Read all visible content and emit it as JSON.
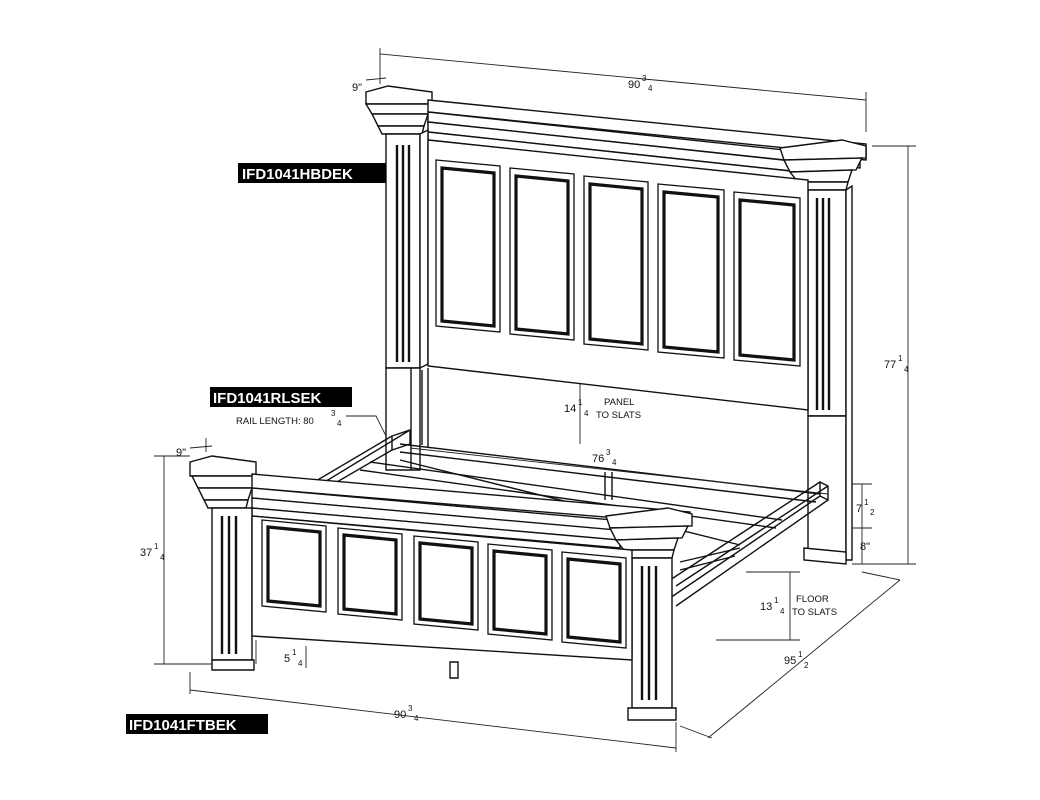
{
  "part_codes": {
    "headboard": "IFD1041HBDEK",
    "rails": "IFD1041RLSEK",
    "footboard": "IFD1041FTBEK"
  },
  "dimensions": {
    "headboard_width": {
      "whole": "90",
      "num": "3",
      "den": "4"
    },
    "headboard_depth": {
      "whole": "9\"",
      "num": "",
      "den": ""
    },
    "headboard_height": {
      "whole": "77",
      "num": "1",
      "den": "4"
    },
    "panel_to_slats": {
      "whole": "14",
      "num": "1",
      "den": "4"
    },
    "inner_width": {
      "whole": "76",
      "num": "3",
      "den": "4"
    },
    "rail_length": {
      "label": "RAIL LENGTH: 80",
      "num": "3",
      "den": "4"
    },
    "rail_height": {
      "whole": "7",
      "num": "1",
      "den": "2"
    },
    "leg_height": {
      "whole": "8\"",
      "num": "",
      "den": ""
    },
    "floor_to_slats": {
      "whole": "13",
      "num": "1",
      "den": "4"
    },
    "overall_length": {
      "whole": "95",
      "num": "1",
      "den": "2"
    },
    "footboard_height": {
      "whole": "37",
      "num": "1",
      "den": "4"
    },
    "footboard_depth": {
      "whole": "9\"",
      "num": "",
      "den": ""
    },
    "foot_leg": {
      "whole": "5",
      "num": "1",
      "den": "4"
    },
    "footboard_width": {
      "whole": "90",
      "num": "3",
      "den": "4"
    }
  },
  "notes": {
    "panel_to_slats_line1": "PANEL",
    "panel_to_slats_line2": "TO SLATS",
    "floor_to_slats_line1": "FLOOR",
    "floor_to_slats_line2": "TO SLATS"
  }
}
